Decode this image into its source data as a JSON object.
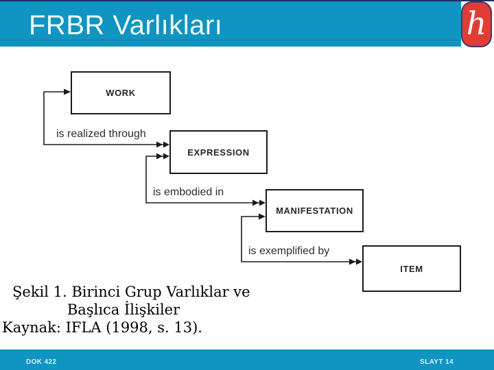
{
  "slide": {
    "title": "FRBR Varlıkları",
    "footer_left": "DOK 422",
    "footer_right": "SLAYT 14"
  },
  "logo": {
    "name": "hacettepe-university-logo",
    "glyph": "h",
    "red": "#e23c35",
    "navy": "#3a3a68"
  },
  "colors": {
    "header_band": "#1094c2",
    "top_line": "#1e2d64"
  },
  "diagram": {
    "entities": [
      {
        "id": "work",
        "label": "WORK"
      },
      {
        "id": "expression",
        "label": "EXPRESSION"
      },
      {
        "id": "manifestation",
        "label": "MANIFESTATION"
      },
      {
        "id": "item",
        "label": "ITEM"
      }
    ],
    "relations": [
      {
        "label": "is realized through",
        "from": "WORK",
        "to": "EXPRESSION",
        "from_cardinality": "single-arrow",
        "to_cardinality": "double-arrow"
      },
      {
        "label": "is embodied in",
        "from": "EXPRESSION",
        "to": "MANIFESTATION",
        "from_cardinality": "double-arrow",
        "to_cardinality": "double-arrow"
      },
      {
        "label": "is exemplified by",
        "from": "MANIFESTATION",
        "to": "ITEM",
        "from_cardinality": "single-arrow",
        "to_cardinality": "double-arrow"
      }
    ]
  },
  "caption": {
    "line1": "Şekil 1. Birinci Grup Varlıklar ve",
    "line2": "Başlıca İlişkiler",
    "line3": "Kaynak: IFLA (1998, s. 13)."
  }
}
